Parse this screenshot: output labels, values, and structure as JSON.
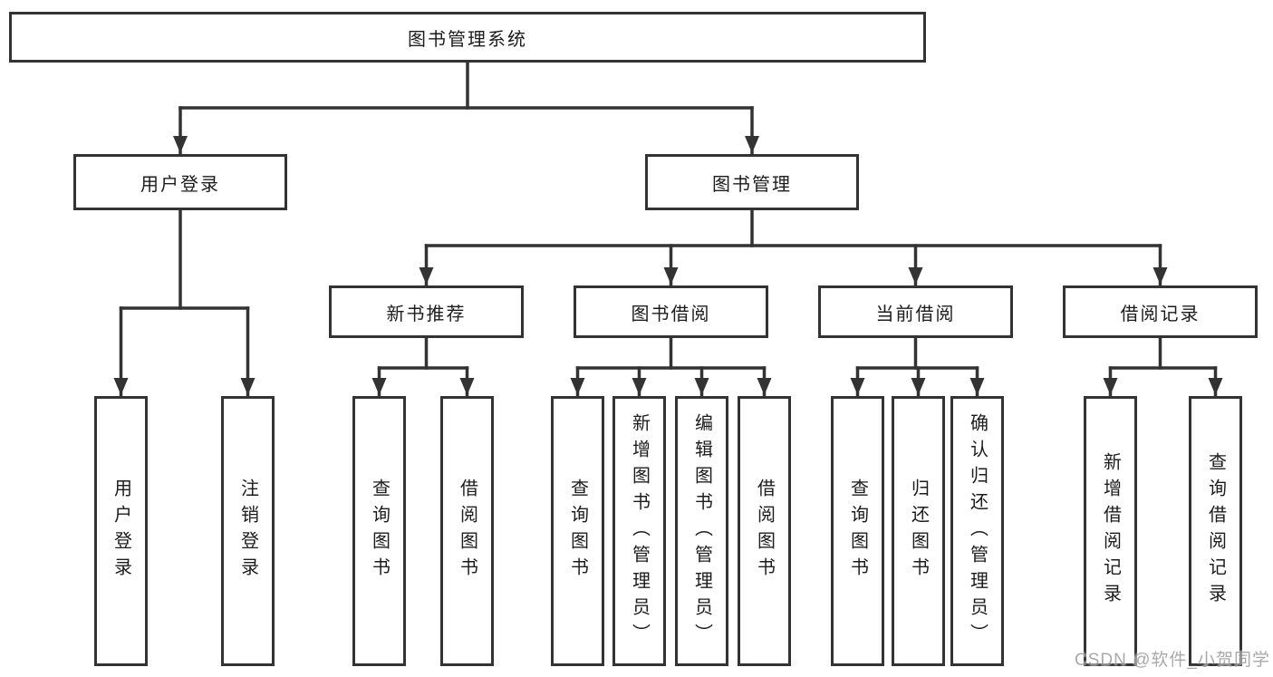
{
  "colors": {
    "line": "#333333",
    "text": "#1c1c1c",
    "watermark": "#9b9b9b"
  },
  "watermark": "CSDN @软件_小贺同学",
  "tree": {
    "root": "图书管理系统",
    "user_login": {
      "label": "用户登录",
      "children": [
        "用户登录",
        "注销登录"
      ]
    },
    "book_management": {
      "label": "图书管理",
      "sections": [
        {
          "label": "新书推荐",
          "children": [
            "查询图书",
            "借阅图书"
          ]
        },
        {
          "label": "图书借阅",
          "children": [
            "查询图书",
            "新增图书（管理员）",
            "编辑图书（管理员）",
            "借阅图书"
          ]
        },
        {
          "label": "当前借阅",
          "children": [
            "查询图书",
            "归还图书",
            "确认归还（管理员）"
          ]
        },
        {
          "label": "借阅记录",
          "children": [
            "新增借阅记录",
            "查询借阅记录"
          ]
        }
      ]
    }
  }
}
